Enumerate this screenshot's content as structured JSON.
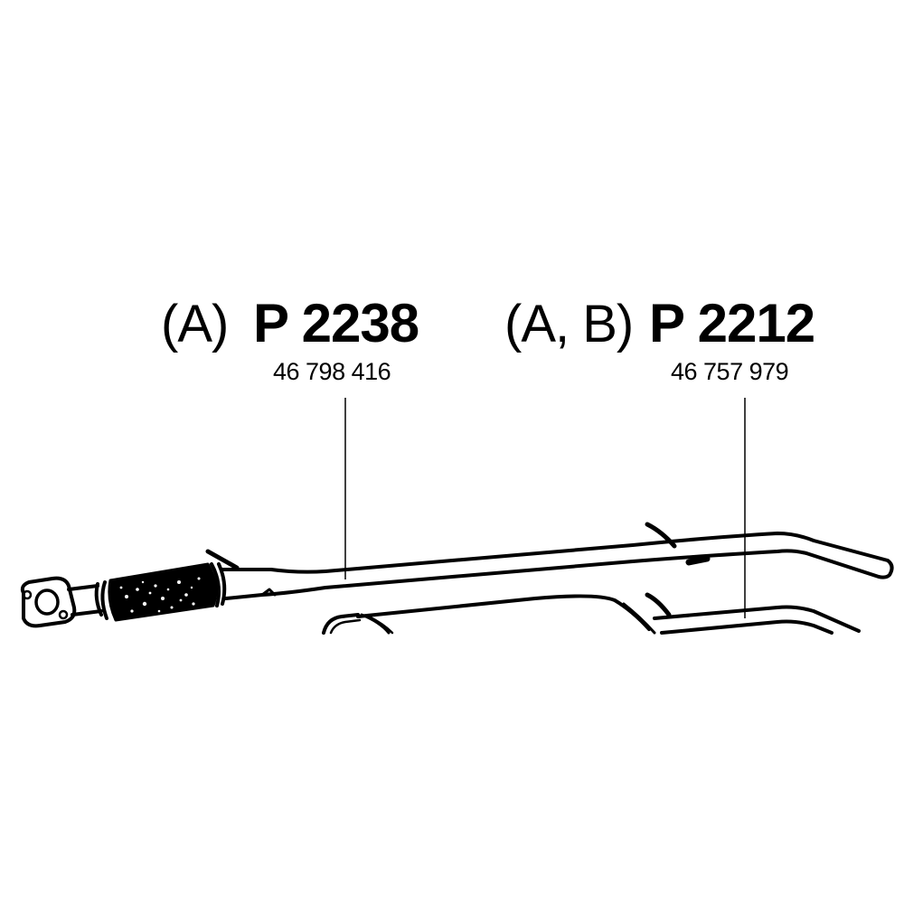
{
  "diagram": {
    "type": "exhaust-system-parts-drawing",
    "background": "#ffffff",
    "line_color": "#000000",
    "parts": [
      {
        "group": "(A)",
        "part_number": "P 2238",
        "oem_number": "46 798 416",
        "component": "front pipe with flexible joint and flange"
      },
      {
        "group": "(A, B)",
        "part_number": "P 2212",
        "oem_number": "46 757 979",
        "component": "middle pipe"
      }
    ]
  }
}
